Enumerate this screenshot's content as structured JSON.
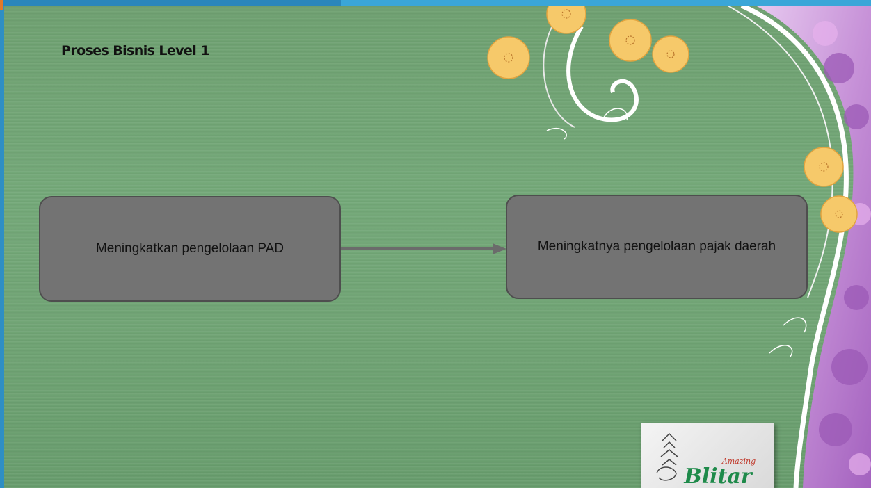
{
  "slide": {
    "title": "Proses Bisnis Level  1"
  },
  "diagram": {
    "nodes": [
      {
        "id": "n1",
        "label": "Meningkatkan pengelolaan PAD"
      },
      {
        "id": "n2",
        "label": "Meningkatnya  pengelolaan pajak daerah"
      }
    ],
    "edges": [
      {
        "from": "n1",
        "to": "n2"
      }
    ]
  },
  "logo": {
    "small_text": "Amazing",
    "main_text": "Blitar"
  },
  "colors": {
    "background": "#6fa474",
    "box_fill": "#737373",
    "box_border": "#4e4e4e",
    "arrow": "#6b6b6b",
    "flower_yellow": "#f6c96a",
    "flower_purple": "#b27fc8"
  }
}
